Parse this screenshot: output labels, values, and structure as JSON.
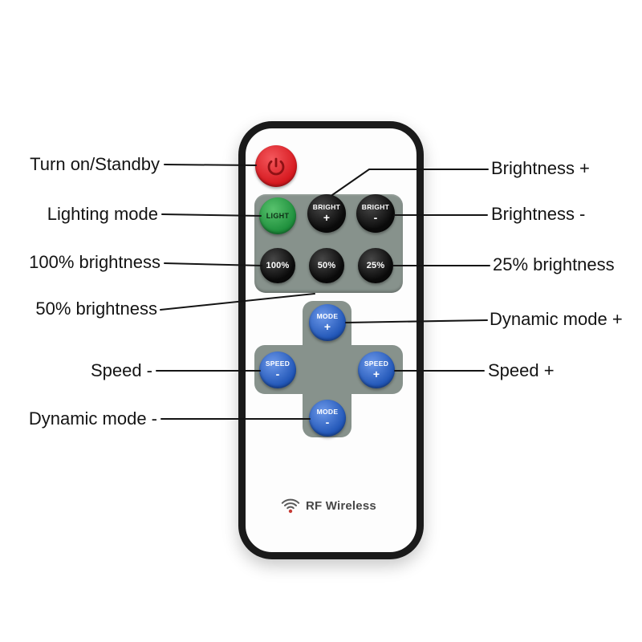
{
  "diagram": {
    "background": "#ffffff",
    "line_color": "#141414"
  },
  "annotations": {
    "left": [
      {
        "text": "Turn on/Standby",
        "target": "power-button"
      },
      {
        "text": "Lighting mode",
        "target": "light-button"
      },
      {
        "text": "100% brightness",
        "target": "brightness-100-button"
      },
      {
        "text": "50% brightness",
        "target": "brightness-50-button"
      },
      {
        "text": "Speed -",
        "target": "speed-minus-button"
      },
      {
        "text": "Dynamic mode -",
        "target": "mode-minus-button"
      }
    ],
    "right": [
      {
        "text": "Brightness +",
        "target": "bright-plus-button"
      },
      {
        "text": "Brightness -",
        "target": "bright-minus-button"
      },
      {
        "text": "25% brightness",
        "target": "brightness-25-button"
      },
      {
        "text": "Dynamic mode +",
        "target": "mode-plus-button"
      },
      {
        "text": "Speed +",
        "target": "speed-plus-button"
      }
    ]
  },
  "remote": {
    "brand": "RF Wireless",
    "buttons": {
      "light": {
        "label": "LIGHT"
      },
      "bright_plus": {
        "line1": "BRIGHT",
        "line2": "+"
      },
      "bright_minus": {
        "line1": "BRIGHT",
        "line2": "-"
      },
      "pct100": {
        "label": "100%"
      },
      "pct50": {
        "label": "50%"
      },
      "pct25": {
        "label": "25%"
      },
      "mode_plus": {
        "line1": "MODE",
        "line2": "+"
      },
      "speed_minus": {
        "line1": "SPEED",
        "line2": "-"
      },
      "speed_plus": {
        "line1": "SPEED",
        "line2": "+"
      },
      "mode_minus": {
        "line1": "MODE",
        "line2": "-"
      }
    },
    "colors": {
      "power_button": "#e2201f",
      "light_button": "#2f9e49",
      "dark_button": "#101010",
      "blue_button": "#2c67cf",
      "keypad_panel": "#87928c",
      "body": "#fdfdfd",
      "outline": "#1a1a1a"
    }
  }
}
